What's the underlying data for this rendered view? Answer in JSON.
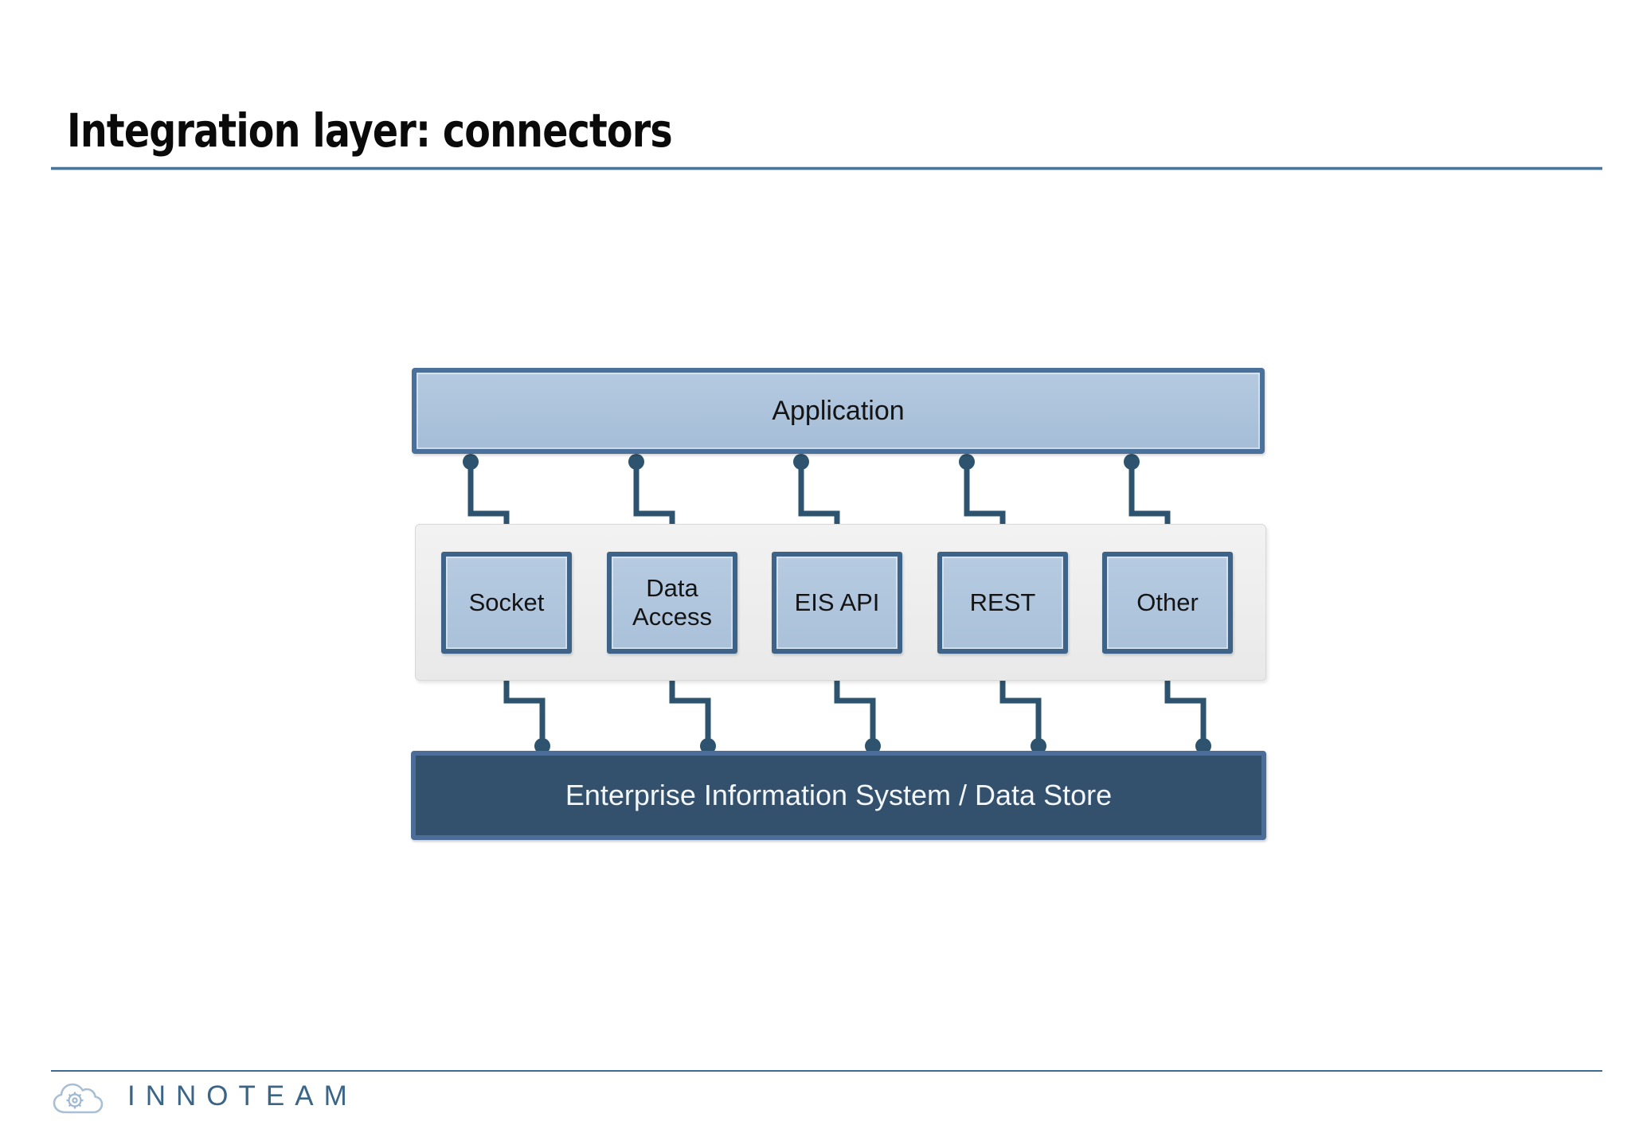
{
  "title": "Integration layer: connectors",
  "diagram": {
    "application": {
      "label": "Application"
    },
    "connector_panel": {
      "connectors": [
        {
          "label": "Socket"
        },
        {
          "label": "Data Access"
        },
        {
          "label": "EIS API"
        },
        {
          "label": "REST"
        },
        {
          "label": "Other"
        }
      ]
    },
    "eis": {
      "label": "Enterprise Information System / Data Store"
    }
  },
  "footer": {
    "brand": "INNOTEAM"
  },
  "colors": {
    "box_fill": "#aac1da",
    "application_border": "#4a719c",
    "connector_box_border": "#3d6389",
    "connector_line": "#2e536f",
    "eis_fill": "#33506c",
    "eis_border": "#4b6d97",
    "panel_fill": "#ececec",
    "rule": "#4c7499",
    "brand_text": "#3b6587"
  }
}
